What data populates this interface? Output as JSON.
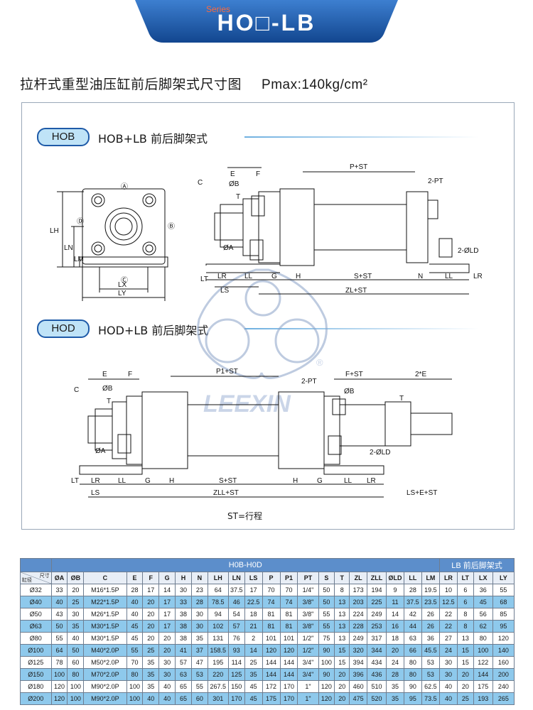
{
  "banner": {
    "series": "Series",
    "title": "HO□-LB"
  },
  "page": {
    "title": "拉杆式重型油压缸前后脚架式尺寸图",
    "pmax": "Pmax:140kg/cm²"
  },
  "colors": {
    "banner": "#1e5aa8",
    "tag_fill": "#bfe3f7",
    "tag_border": "#1e5aa8",
    "row_highlight": "#8ec9ec",
    "table_group": "#5c8ecb"
  },
  "section_hob": {
    "tag": "HOB",
    "label": "HOB+LB  前后脚架式"
  },
  "section_hod": {
    "tag": "HOD",
    "label": "HOD+LB  前后脚架式"
  },
  "watermark": {
    "brand": "LEEXIN",
    "mark": "®"
  },
  "labels_hob": {
    "a_circ": "Ⓐ",
    "b_circ": "Ⓑ",
    "c_circ": "Ⓒ",
    "d_circ": "Ⓓ",
    "lh": "LH",
    "ln": "LN",
    "lm": "LM",
    "lx": "LX",
    "ly": "LY",
    "c": "C",
    "ob": "ØB",
    "t": "T",
    "oa": "ØA",
    "e": "E",
    "f": "F",
    "p_st": "P+ST",
    "two_pt": "2-PT",
    "two_old": "2-ØLD",
    "lt": "LT",
    "lr": "LR",
    "ll": "LL",
    "g": "G",
    "h": "H",
    "s_st": "S+ST",
    "n": "N",
    "ll2": "LL",
    "lr2": "LR",
    "ls": "LS",
    "zl_st": "ZL+ST"
  },
  "labels_hod": {
    "e": "E",
    "f": "F",
    "c": "C",
    "ob": "ØB",
    "t": "T",
    "oa": "ØA",
    "p1_st": "P1+ST",
    "two_pt": "2-PT",
    "f_st": "F+ST",
    "two_e": "2*E",
    "ob2": "ØB",
    "t2": "T",
    "two_old": "2-ØLD",
    "lt": "LT",
    "lr": "LR",
    "ll": "LL",
    "g": "G",
    "h": "H",
    "s_st": "S+ST",
    "h2": "H",
    "g2": "G",
    "ll2": "LL",
    "lr2": "LR",
    "ls": "LS",
    "zll_st": "ZLL+ST",
    "ls_e_st": "LS+E+ST"
  },
  "st_note": "ST=行程",
  "table": {
    "group_main": "H0B-H0D",
    "group_lb": "LB  前后脚架式",
    "corner_top": "尺寸",
    "corner_bottom": "缸径",
    "columns": [
      "ØA",
      "ØB",
      "C",
      "E",
      "F",
      "G",
      "H",
      "N",
      "LH",
      "LN",
      "LS",
      "P",
      "P1",
      "PT",
      "S",
      "T",
      "ZL",
      "ZLL",
      "ØLD",
      "LL",
      "LM",
      "LR",
      "LT",
      "LX",
      "LY"
    ],
    "rows": [
      [
        "Ø32",
        "33",
        "20",
        "M16*1.5P",
        "28",
        "17",
        "14",
        "30",
        "23",
        "64",
        "37.5",
        "17",
        "70",
        "70",
        "1/4\"",
        "50",
        "8",
        "173",
        "194",
        "9",
        "28",
        "19.5",
        "10",
        "6",
        "36",
        "55"
      ],
      [
        "Ø40",
        "40",
        "25",
        "M22*1.5P",
        "40",
        "20",
        "17",
        "33",
        "28",
        "78.5",
        "46",
        "22.5",
        "74",
        "74",
        "3/8\"",
        "50",
        "13",
        "203",
        "225",
        "11",
        "37.5",
        "23.5",
        "12.5",
        "6",
        "45",
        "68"
      ],
      [
        "Ø50",
        "43",
        "30",
        "M26*1.5P",
        "40",
        "20",
        "17",
        "38",
        "30",
        "94",
        "54",
        "18",
        "81",
        "81",
        "3/8\"",
        "55",
        "13",
        "224",
        "249",
        "14",
        "42",
        "26",
        "22",
        "8",
        "56",
        "85"
      ],
      [
        "Ø63",
        "50",
        "35",
        "M30*1.5P",
        "45",
        "20",
        "17",
        "38",
        "30",
        "102",
        "57",
        "21",
        "81",
        "81",
        "3/8\"",
        "55",
        "13",
        "228",
        "253",
        "16",
        "44",
        "26",
        "22",
        "8",
        "62",
        "95"
      ],
      [
        "Ø80",
        "55",
        "40",
        "M30*1.5P",
        "45",
        "20",
        "20",
        "38",
        "35",
        "131",
        "76",
        "2",
        "101",
        "101",
        "1/2\"",
        "75",
        "13",
        "249",
        "317",
        "18",
        "63",
        "36",
        "27",
        "13",
        "80",
        "120"
      ],
      [
        "Ø100",
        "64",
        "50",
        "M40*2.0P",
        "55",
        "25",
        "20",
        "41",
        "37",
        "158.5",
        "93",
        "14",
        "120",
        "120",
        "1/2\"",
        "90",
        "15",
        "320",
        "344",
        "20",
        "66",
        "45.5",
        "24",
        "15",
        "100",
        "140"
      ],
      [
        "Ø125",
        "78",
        "60",
        "M50*2.0P",
        "70",
        "35",
        "30",
        "57",
        "47",
        "195",
        "114",
        "25",
        "144",
        "144",
        "3/4\"",
        "100",
        "15",
        "394",
        "434",
        "24",
        "80",
        "53",
        "30",
        "15",
        "122",
        "160"
      ],
      [
        "Ø150",
        "100",
        "80",
        "M70*2.0P",
        "80",
        "35",
        "30",
        "63",
        "53",
        "220",
        "125",
        "35",
        "144",
        "144",
        "3/4\"",
        "90",
        "20",
        "396",
        "436",
        "28",
        "80",
        "53",
        "30",
        "20",
        "144",
        "200"
      ],
      [
        "Ø180",
        "120",
        "100",
        "M90*2.0P",
        "100",
        "35",
        "40",
        "65",
        "55",
        "267.5",
        "150",
        "45",
        "172",
        "170",
        "1\"",
        "120",
        "20",
        "460",
        "510",
        "35",
        "90",
        "62.5",
        "40",
        "20",
        "175",
        "240"
      ],
      [
        "Ø200",
        "120",
        "100",
        "M90*2.0P",
        "100",
        "40",
        "40",
        "65",
        "60",
        "301",
        "170",
        "45",
        "175",
        "170",
        "1\"",
        "120",
        "20",
        "475",
        "520",
        "35",
        "95",
        "73.5",
        "40",
        "25",
        "193",
        "265"
      ]
    ]
  }
}
